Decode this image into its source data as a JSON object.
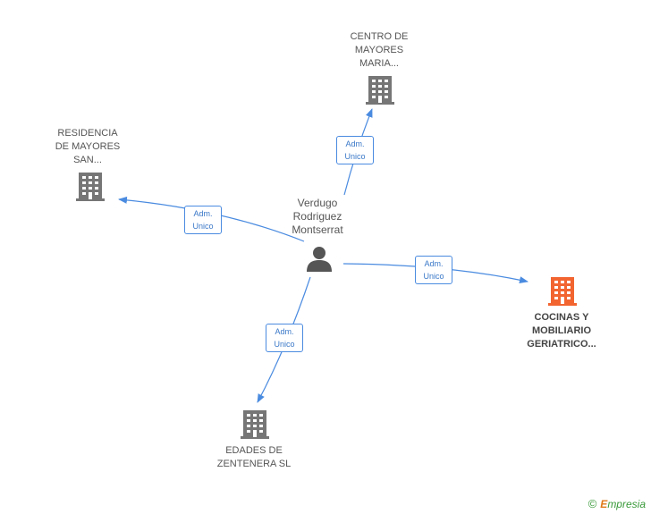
{
  "colors": {
    "edge": "#4a8be0",
    "company_icon": "#767676",
    "main_company_icon": "#f26430",
    "person_icon": "#555555"
  },
  "center_person": {
    "name": "Verdugo\nRodriguez\nMontserrat",
    "icon": "person-icon"
  },
  "companies": [
    {
      "id": "centro",
      "name": "CENTRO DE\nMAYORES\nMARIA...",
      "icon": "building-icon",
      "highlighted": false
    },
    {
      "id": "residencia",
      "name": "RESIDENCIA\nDE MAYORES\nSAN...",
      "icon": "building-icon",
      "highlighted": false
    },
    {
      "id": "cocinas",
      "name": "COCINAS Y\nMOBILIARIO\nGERIATRICO...",
      "icon": "building-icon",
      "highlighted": true
    },
    {
      "id": "edades",
      "name": "EDADES DE\nZENTENERA SL",
      "icon": "building-icon",
      "highlighted": false
    }
  ],
  "edges": [
    {
      "to": "centro",
      "label": "Adm.\nUnico"
    },
    {
      "to": "residencia",
      "label": "Adm.\nUnico"
    },
    {
      "to": "cocinas",
      "label": "Adm.\nUnico"
    },
    {
      "to": "edades",
      "label": "Adm.\nUnico"
    }
  ],
  "watermark": {
    "copyright": "©",
    "brand_first": "E",
    "brand_rest": "mpresia"
  }
}
